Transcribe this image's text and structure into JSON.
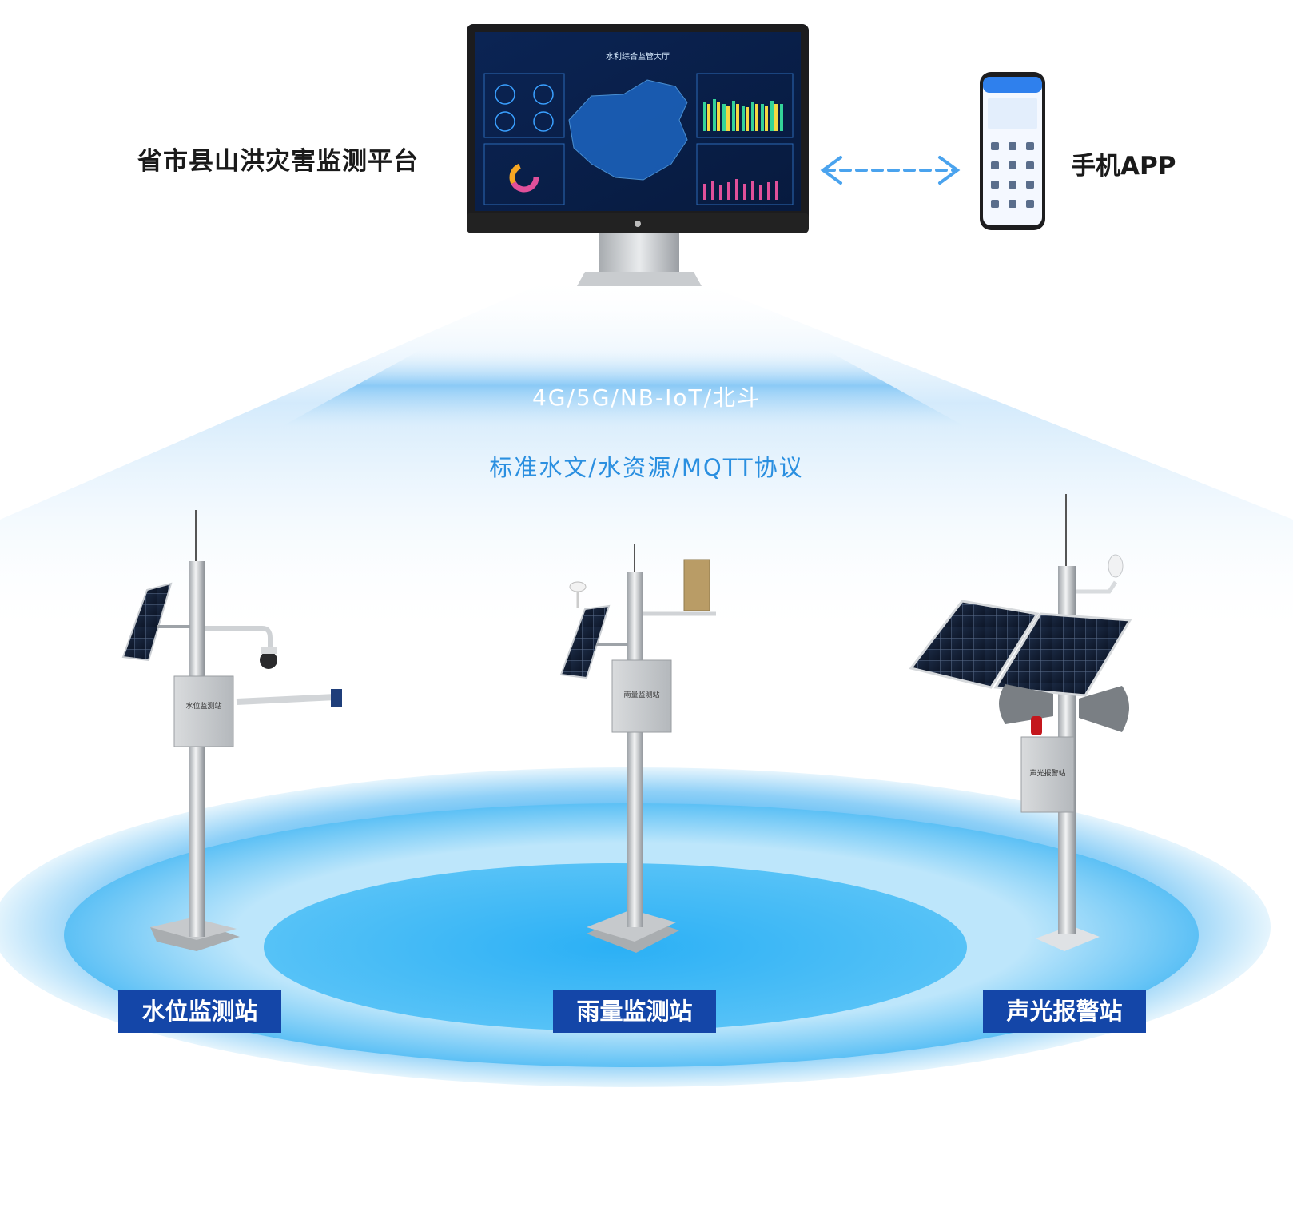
{
  "platform": {
    "label": "省市县山洪灾害监测平台",
    "dashboard_title": "水利综合监管大厅"
  },
  "mobile": {
    "label": "手机APP"
  },
  "network": {
    "label": "4G/5G/NB-IoT/北斗"
  },
  "protocol": {
    "label": "标准水文/水资源/MQTT协议"
  },
  "stations": [
    {
      "label": "水位监测站",
      "box_text": "水位监测站"
    },
    {
      "label": "雨量监测站",
      "box_text": "雨量监测站"
    },
    {
      "label": "声光报警站",
      "box_text": "声光报警站"
    }
  ],
  "colors": {
    "tag_bg": "#1446a8",
    "protocol_text": "#2a8fe0",
    "arrow": "#4aa3ee",
    "water_ring": "#3fb1f2"
  }
}
